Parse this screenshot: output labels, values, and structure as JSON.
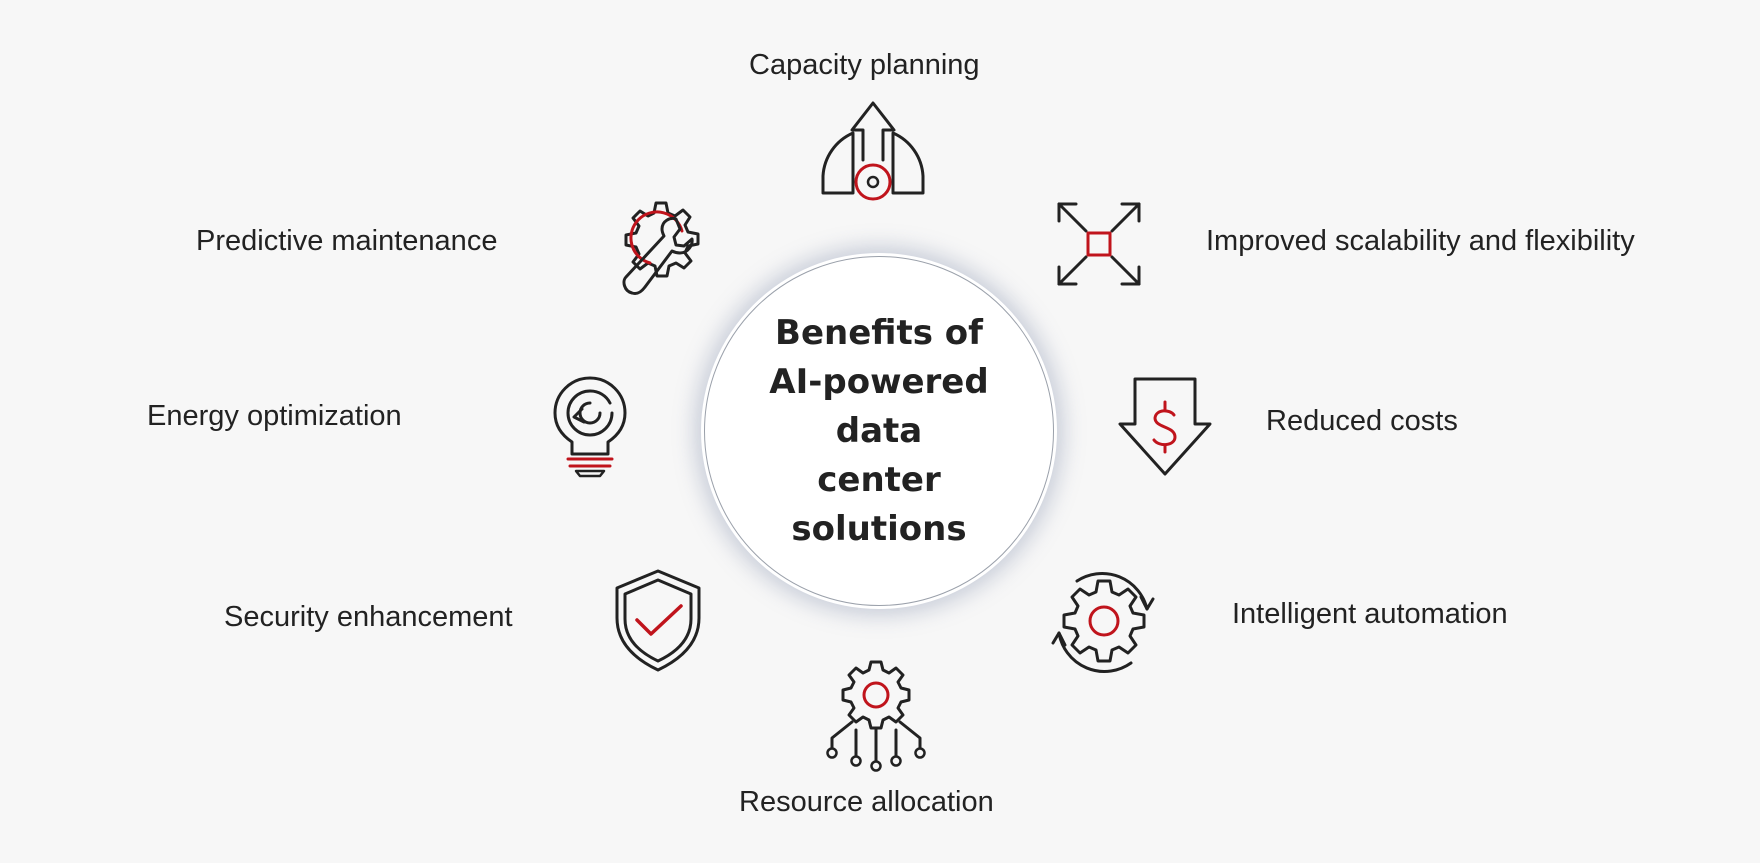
{
  "center": {
    "lines": [
      "Benefits of",
      "AI-powered data",
      "center solutions"
    ]
  },
  "benefits": {
    "capacity_planning": {
      "label": "Capacity planning",
      "icon": "gauge-arrow-icon"
    },
    "scalability": {
      "label": "Improved scalability and flexibility",
      "icon": "expand-arrows-icon"
    },
    "reduced_costs": {
      "label": "Reduced costs",
      "icon": "dollar-down-arrow-icon"
    },
    "intelligent_automation": {
      "label": "Intelligent automation",
      "icon": "gear-cycle-icon"
    },
    "resource_allocation": {
      "label": "Resource allocation",
      "icon": "gear-circuit-icon"
    },
    "security_enhancement": {
      "label": "Security enhancement",
      "icon": "shield-check-icon"
    },
    "energy_optimization": {
      "label": "Energy optimization",
      "icon": "lightbulb-refresh-icon"
    },
    "predictive_maintenance": {
      "label": "Predictive maintenance",
      "icon": "gear-wrench-icon"
    }
  },
  "colors": {
    "accent": "#c0141c",
    "stroke": "#222222",
    "background": "#f7f7f7"
  }
}
